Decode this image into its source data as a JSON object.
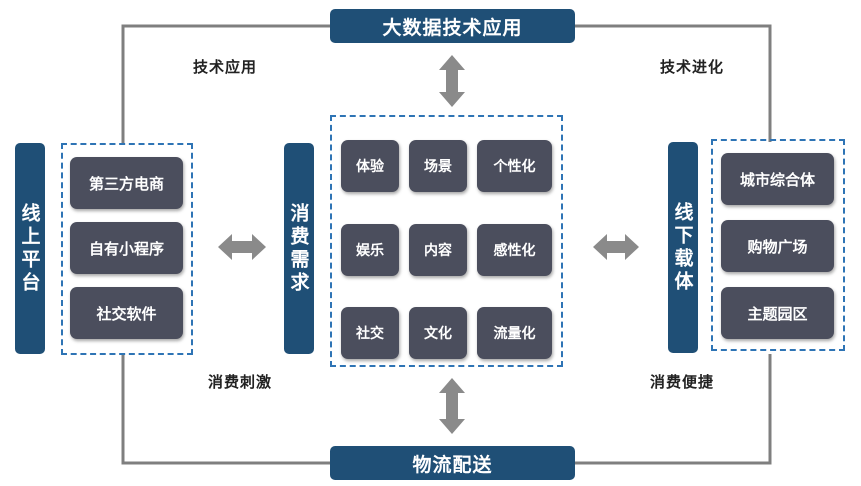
{
  "top_bar": "大数据技术应用",
  "bottom_bar": "物流配送",
  "left_bar": "线上平台",
  "center_bar": "消费需求",
  "right_bar": "线下载体",
  "labels": {
    "top_left": "技术应用",
    "top_right": "技术进化",
    "bottom_left": "消费刺激",
    "bottom_right": "消费便捷"
  },
  "online_items": [
    "第三方电商",
    "自有小程序",
    "社交软件"
  ],
  "demand_items": [
    [
      "体验",
      "场景",
      "个性化"
    ],
    [
      "娱乐",
      "内容",
      "感性化"
    ],
    [
      "社交",
      "文化",
      "流量化"
    ]
  ],
  "offline_items": [
    "城市综合体",
    "购物广场",
    "主题园区"
  ]
}
